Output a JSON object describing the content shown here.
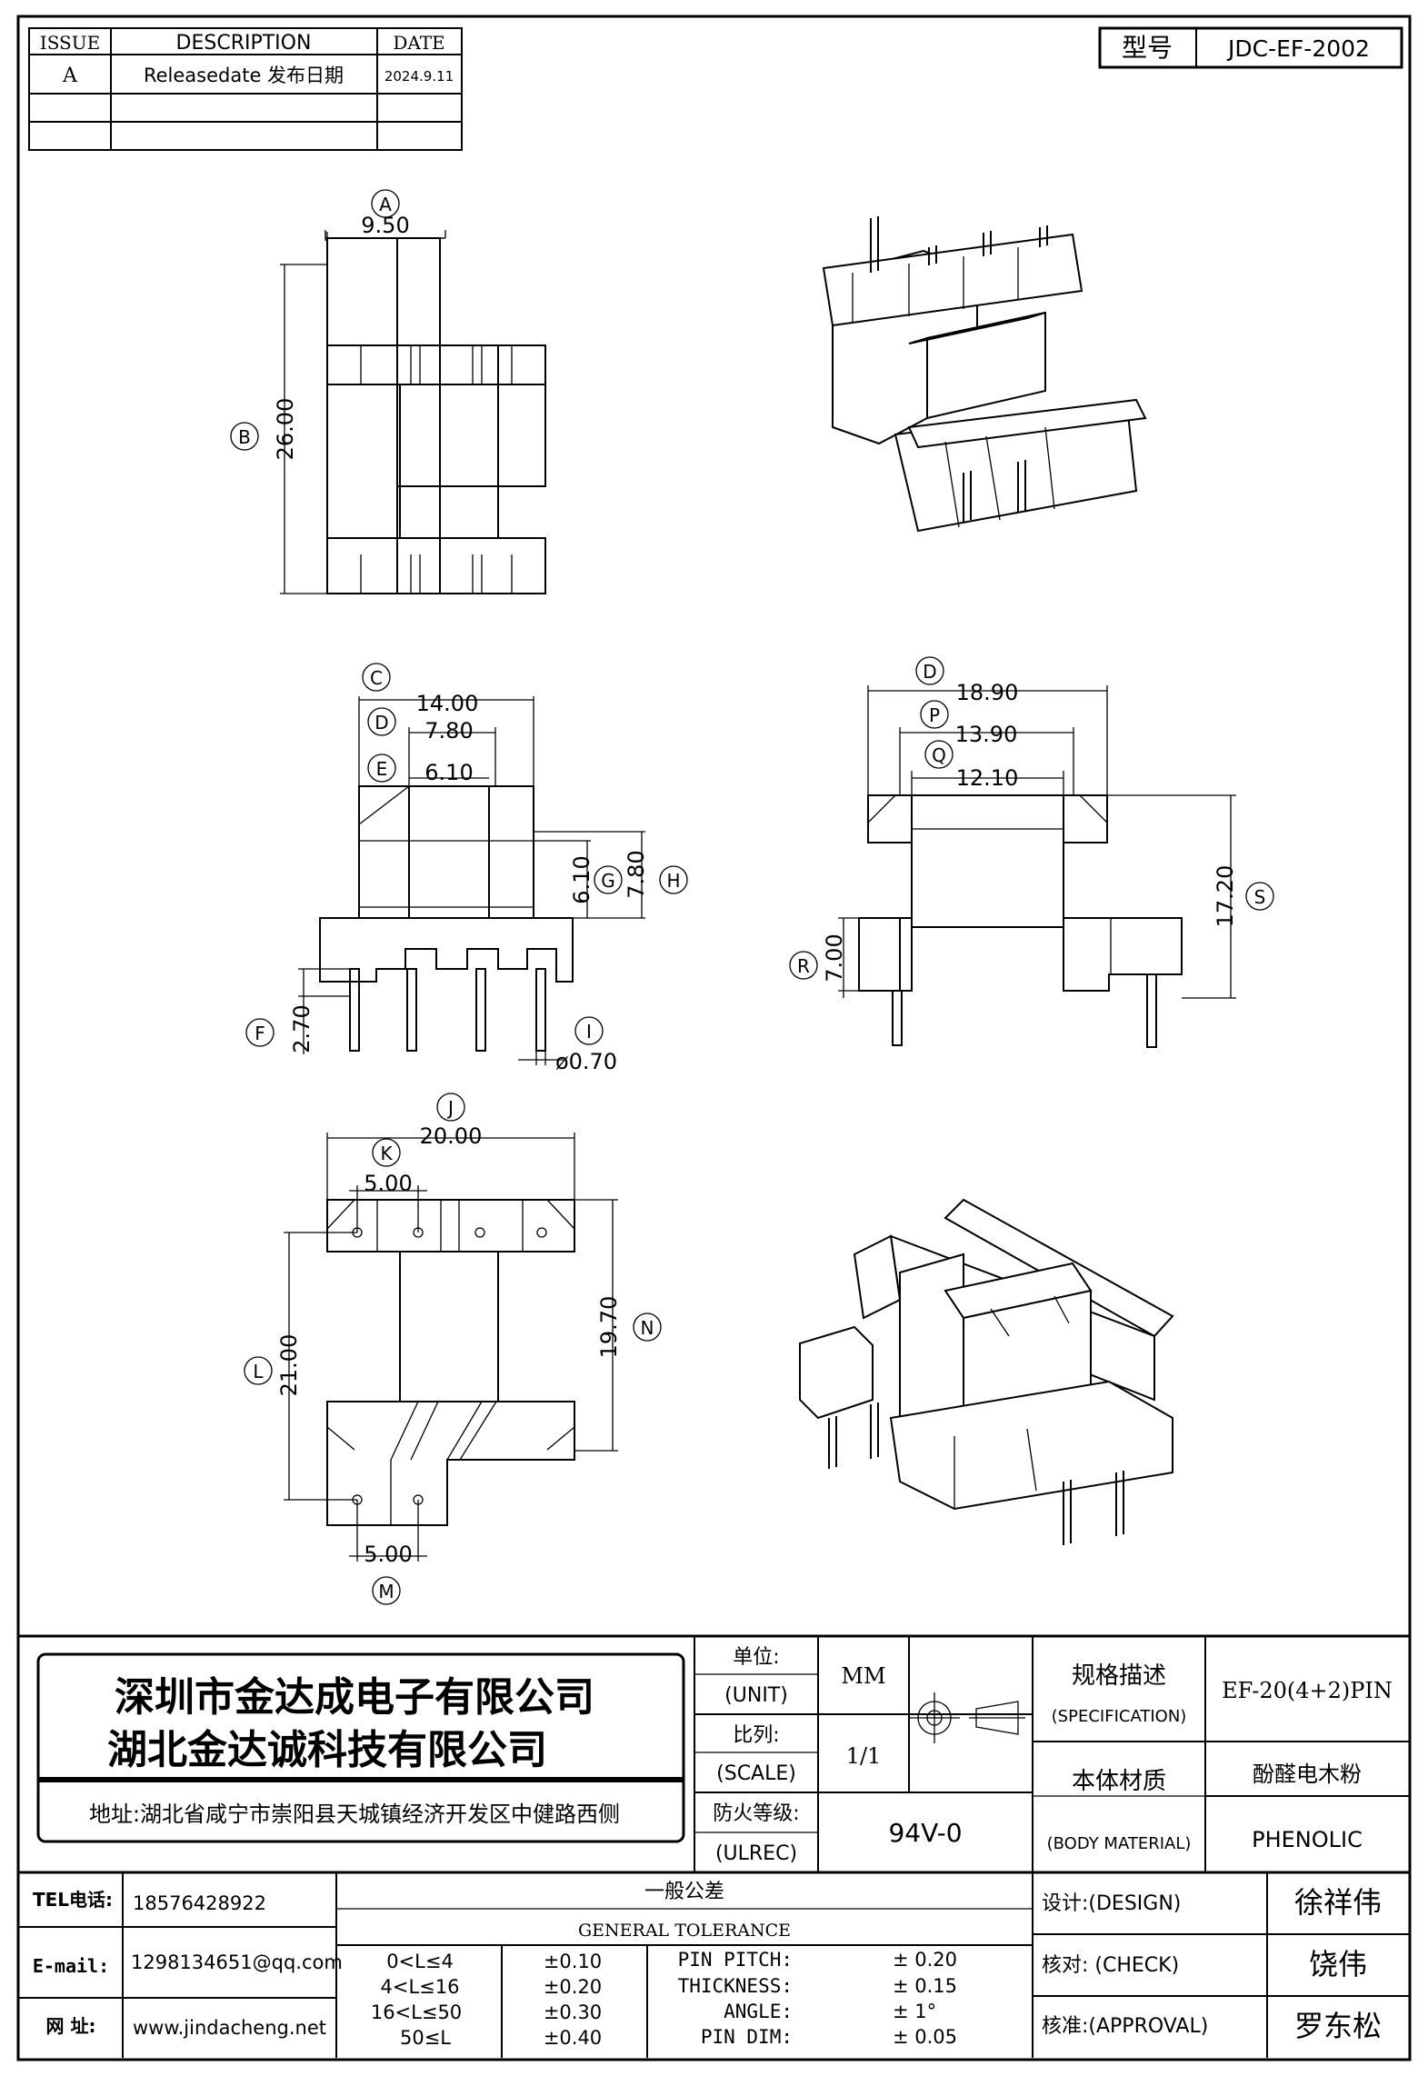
{
  "revision_table": {
    "headers": [
      "ISSUE",
      "DESCRIPTION",
      "DATE"
    ],
    "rows": [
      {
        "issue": "A",
        "description": "Releasedate 发布日期",
        "date": "2024.9.11"
      }
    ]
  },
  "model": {
    "label": "型号",
    "value": "JDC-EF-2002"
  },
  "dims": {
    "A": "9.50",
    "B": "26.00",
    "C": "14.00",
    "D": "7.80",
    "E": "6.10",
    "G": "6.10",
    "H": "7.80",
    "F": "2.70",
    "I": "ø0.70",
    "O": "18.90",
    "P": "13.90",
    "Q": "12.10",
    "R": "7.00",
    "S": "17.20",
    "J": "20.00",
    "K": "5.00",
    "L": "21.00",
    "N": "19.70",
    "M": "5.00"
  },
  "dim_letters": {
    "A": "A",
    "B": "B",
    "C": "C",
    "D": "D",
    "E": "E",
    "F": "F",
    "G": "G",
    "H": "H",
    "I": "I",
    "O": "D",
    "P": "P",
    "Q": "Q",
    "R": "R",
    "S": "S",
    "J": "J",
    "K": "K",
    "L": "L",
    "M": "M",
    "N": "N"
  },
  "company": {
    "name1": "深圳市金达成电子有限公司",
    "name2": "湖北金达诚科技有限公司",
    "address": "地址:湖北省咸宁市崇阳县天城镇经济开发区中健路西侧"
  },
  "unit": {
    "label_cn": "单位:",
    "label_en": "(UNIT)",
    "value": "MM"
  },
  "scale": {
    "label_cn": "比列:",
    "label_en": "(SCALE)",
    "value": "1/1"
  },
  "ul": {
    "label_cn": "防火等级:",
    "label_en": "(ULREC)",
    "value": "94V-0"
  },
  "spec": {
    "label_cn": "规格描述",
    "label_en": "(SPECIFICATION)",
    "value": "EF-20(4+2)PIN"
  },
  "material": {
    "label_cn": "本体材质",
    "label_en": "(BODY MATERIAL)",
    "value_cn": "酚醛电木粉",
    "value_en": "PHENOLIC"
  },
  "contact": {
    "tel_label": "TEL电话:",
    "tel": "18576428922",
    "email_label": "E-mail:",
    "email": "1298134651@qq.com",
    "web_label": "网  址:",
    "web": "www.jindacheng.net"
  },
  "tolerance": {
    "title_cn": "一般公差",
    "title_en": "GENERAL TOLERANCE",
    "ranges": [
      {
        "range": "0<L≤4",
        "tol": "±0.10"
      },
      {
        "range": "4<L≤16",
        "tol": "±0.20"
      },
      {
        "range": "16<L≤50",
        "tol": "±0.30"
      },
      {
        "range": "50≤L",
        "tol": "±0.40"
      }
    ],
    "items": [
      {
        "name": "PIN PITCH:",
        "tol": "±  0.20"
      },
      {
        "name": "THICKNESS:",
        "tol": "±  0.15"
      },
      {
        "name": "ANGLE:",
        "tol": "±  1°"
      },
      {
        "name": "PIN DIM:",
        "tol": "±  0.05"
      }
    ]
  },
  "signoff": [
    {
      "label": "设计:(DESIGN)",
      "name": "徐祥伟"
    },
    {
      "label": "核对: (CHECK)",
      "name": "饶伟"
    },
    {
      "label": "核准:(APPROVAL)",
      "name": "罗东松"
    }
  ]
}
